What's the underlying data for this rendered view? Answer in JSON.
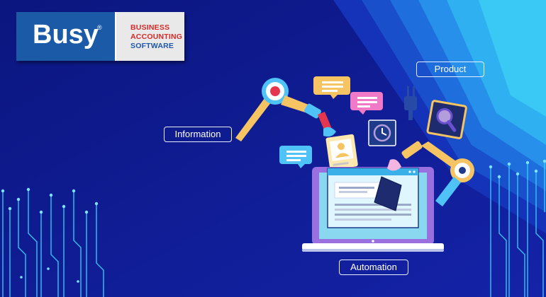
{
  "logo": {
    "brand": "Busy",
    "registered": "®",
    "tagline": [
      "BUSINESS",
      "ACCOUNTING",
      "SOFTWARE"
    ]
  },
  "labels": {
    "information": "Information",
    "product": "Product",
    "automation": "Automation"
  },
  "icons": [
    "chat-bubble-icon",
    "clock-icon",
    "magnifier-icon",
    "id-card-icon",
    "plug-icon"
  ],
  "colors": {
    "background": "#0d1a8c",
    "accent_cyan": "#39c6f0",
    "arm_yellow": "#f6c462",
    "arm_blue": "#4fc3f7",
    "laptop_purple": "#9a6fe0",
    "logo_blue": "#1b5aa6",
    "logo_red": "#d42a2a"
  }
}
